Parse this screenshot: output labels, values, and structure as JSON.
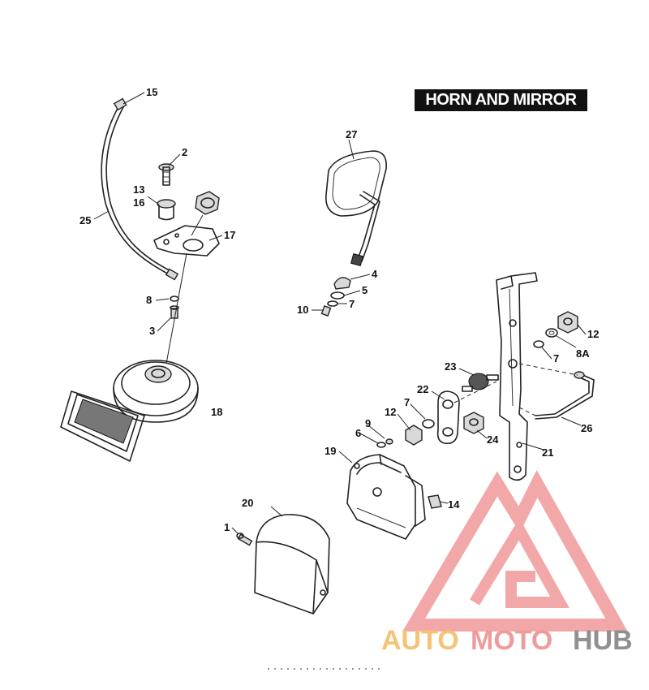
{
  "title": "HORN AND MIRROR",
  "callouts": [
    "15",
    "2",
    "13",
    "16",
    "25",
    "17",
    "8",
    "3",
    "18",
    "27",
    "4",
    "5",
    "7",
    "10",
    "12",
    "8A",
    "7",
    "23",
    "22",
    "7",
    "12",
    "9",
    "6",
    "24",
    "26",
    "21",
    "19",
    "14",
    "20",
    "1"
  ],
  "logo": {
    "text_auto": "AUTO",
    "text_moto": "MOTO",
    "text_hub": "HUB",
    "color_auto": "#f4b860",
    "color_moto": "#ee8a8a",
    "color_hub": "#7d7d7d",
    "color_triangle": "#f09a9a"
  }
}
